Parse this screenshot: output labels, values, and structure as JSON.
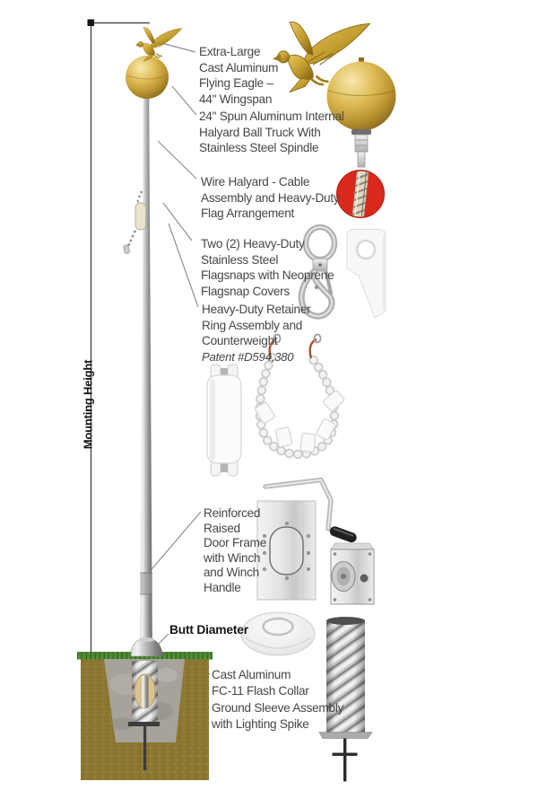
{
  "title": "In-ground internal halyard flagpole components diagram",
  "measurements": {
    "mounting_height": "Mounting Height",
    "butt_diameter": "Butt Diameter"
  },
  "callouts": {
    "eagle": "Extra-Large\nCast Aluminum\nFlying Eagle –\n44\" Wingspan",
    "ball_truck": "24\" Spun Aluminum Internal\nHalyard Ball Truck With\nStainless Steel Spindle",
    "halyard": "Wire Halyard - Cable\nAssembly and Heavy-Duty\nFlag Arrangement",
    "flagsnaps": "Two (2) Heavy-Duty\nStainless Steel\nFlagsnaps with Neoprene\nFlagsnap Covers",
    "retainer": "Heavy-Duty Retainer\nRing Assembly and\nCounterweight",
    "retainer_patent": "Patent #D594,380",
    "door_frame": "Reinforced\nRaised\nDoor Frame\nwith Winch\nand Winch\nHandle",
    "flash_collar": "Cast Aluminum\nFC-11 Flash Collar",
    "ground_sleeve": "Ground Sleeve Assembly\nwith Lighting Spike"
  },
  "colors": {
    "gold": "#c9a63f",
    "cable_badge_red": "#d8291c",
    "pole_gray": "#b5b5b5",
    "soil_brown": "#8c7833",
    "grass_green": "#4a8231",
    "concrete_gray": "#a7a29a",
    "text": "#464646"
  }
}
